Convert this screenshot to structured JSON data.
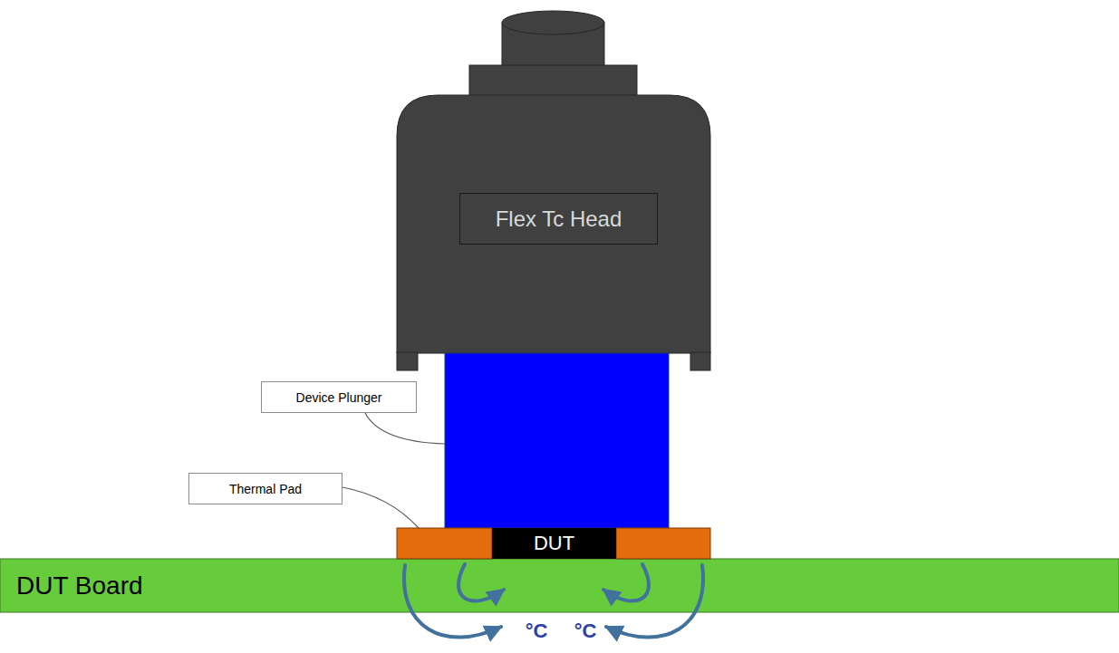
{
  "diagram": {
    "nodes": [
      {
        "text": [
          "Flex Tc Head"
        ]
      },
      {
        "text": [
          "Device Plunger"
        ]
      },
      {
        "text": [
          "Thermal Pad"
        ]
      },
      {
        "text": [
          "DUT"
        ]
      },
      {
        "text": [
          "DUT Board"
        ]
      }
    ],
    "labels": [
      "°C",
      "°C"
    ]
  }
}
